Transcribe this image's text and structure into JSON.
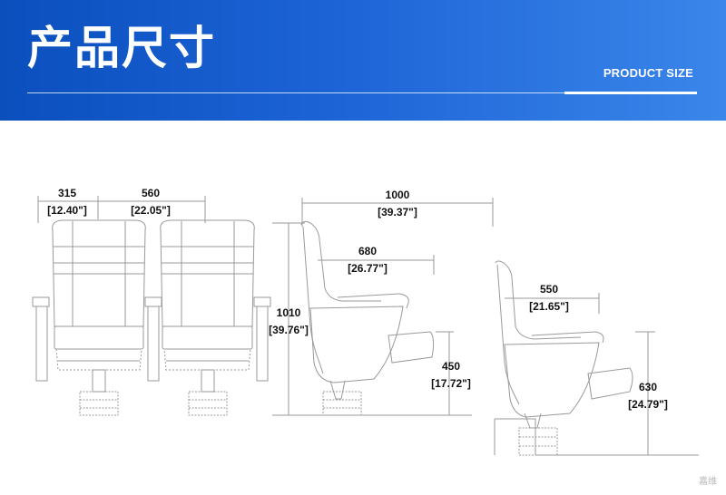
{
  "header": {
    "title": "产品尺寸",
    "subtitle": "PRODUCT SIZE"
  },
  "front_view": {
    "width_armrest": {
      "mm": "315",
      "inch": "[12.40\"]"
    },
    "width_center": {
      "mm": "560",
      "inch": "[22.05\"]"
    }
  },
  "side_view_upright": {
    "depth_total": {
      "mm": "1000",
      "inch": "[39.37\"]"
    },
    "depth_folded": {
      "mm": "680",
      "inch": "[26.77\"]"
    },
    "height_total": {
      "mm": "1010",
      "inch": "[39.76\"]"
    },
    "seat_height": {
      "mm": "450",
      "inch": "[17.72\"]"
    }
  },
  "side_view_riser": {
    "depth": {
      "mm": "550",
      "inch": "[21.65\"]"
    },
    "height": {
      "mm": "630",
      "inch": "[24.79\"]"
    }
  },
  "watermark": "嘉维",
  "colors": {
    "banner_start": "#0b4fbd",
    "banner_end": "#3a86ea",
    "line": "#9a9a9a"
  }
}
